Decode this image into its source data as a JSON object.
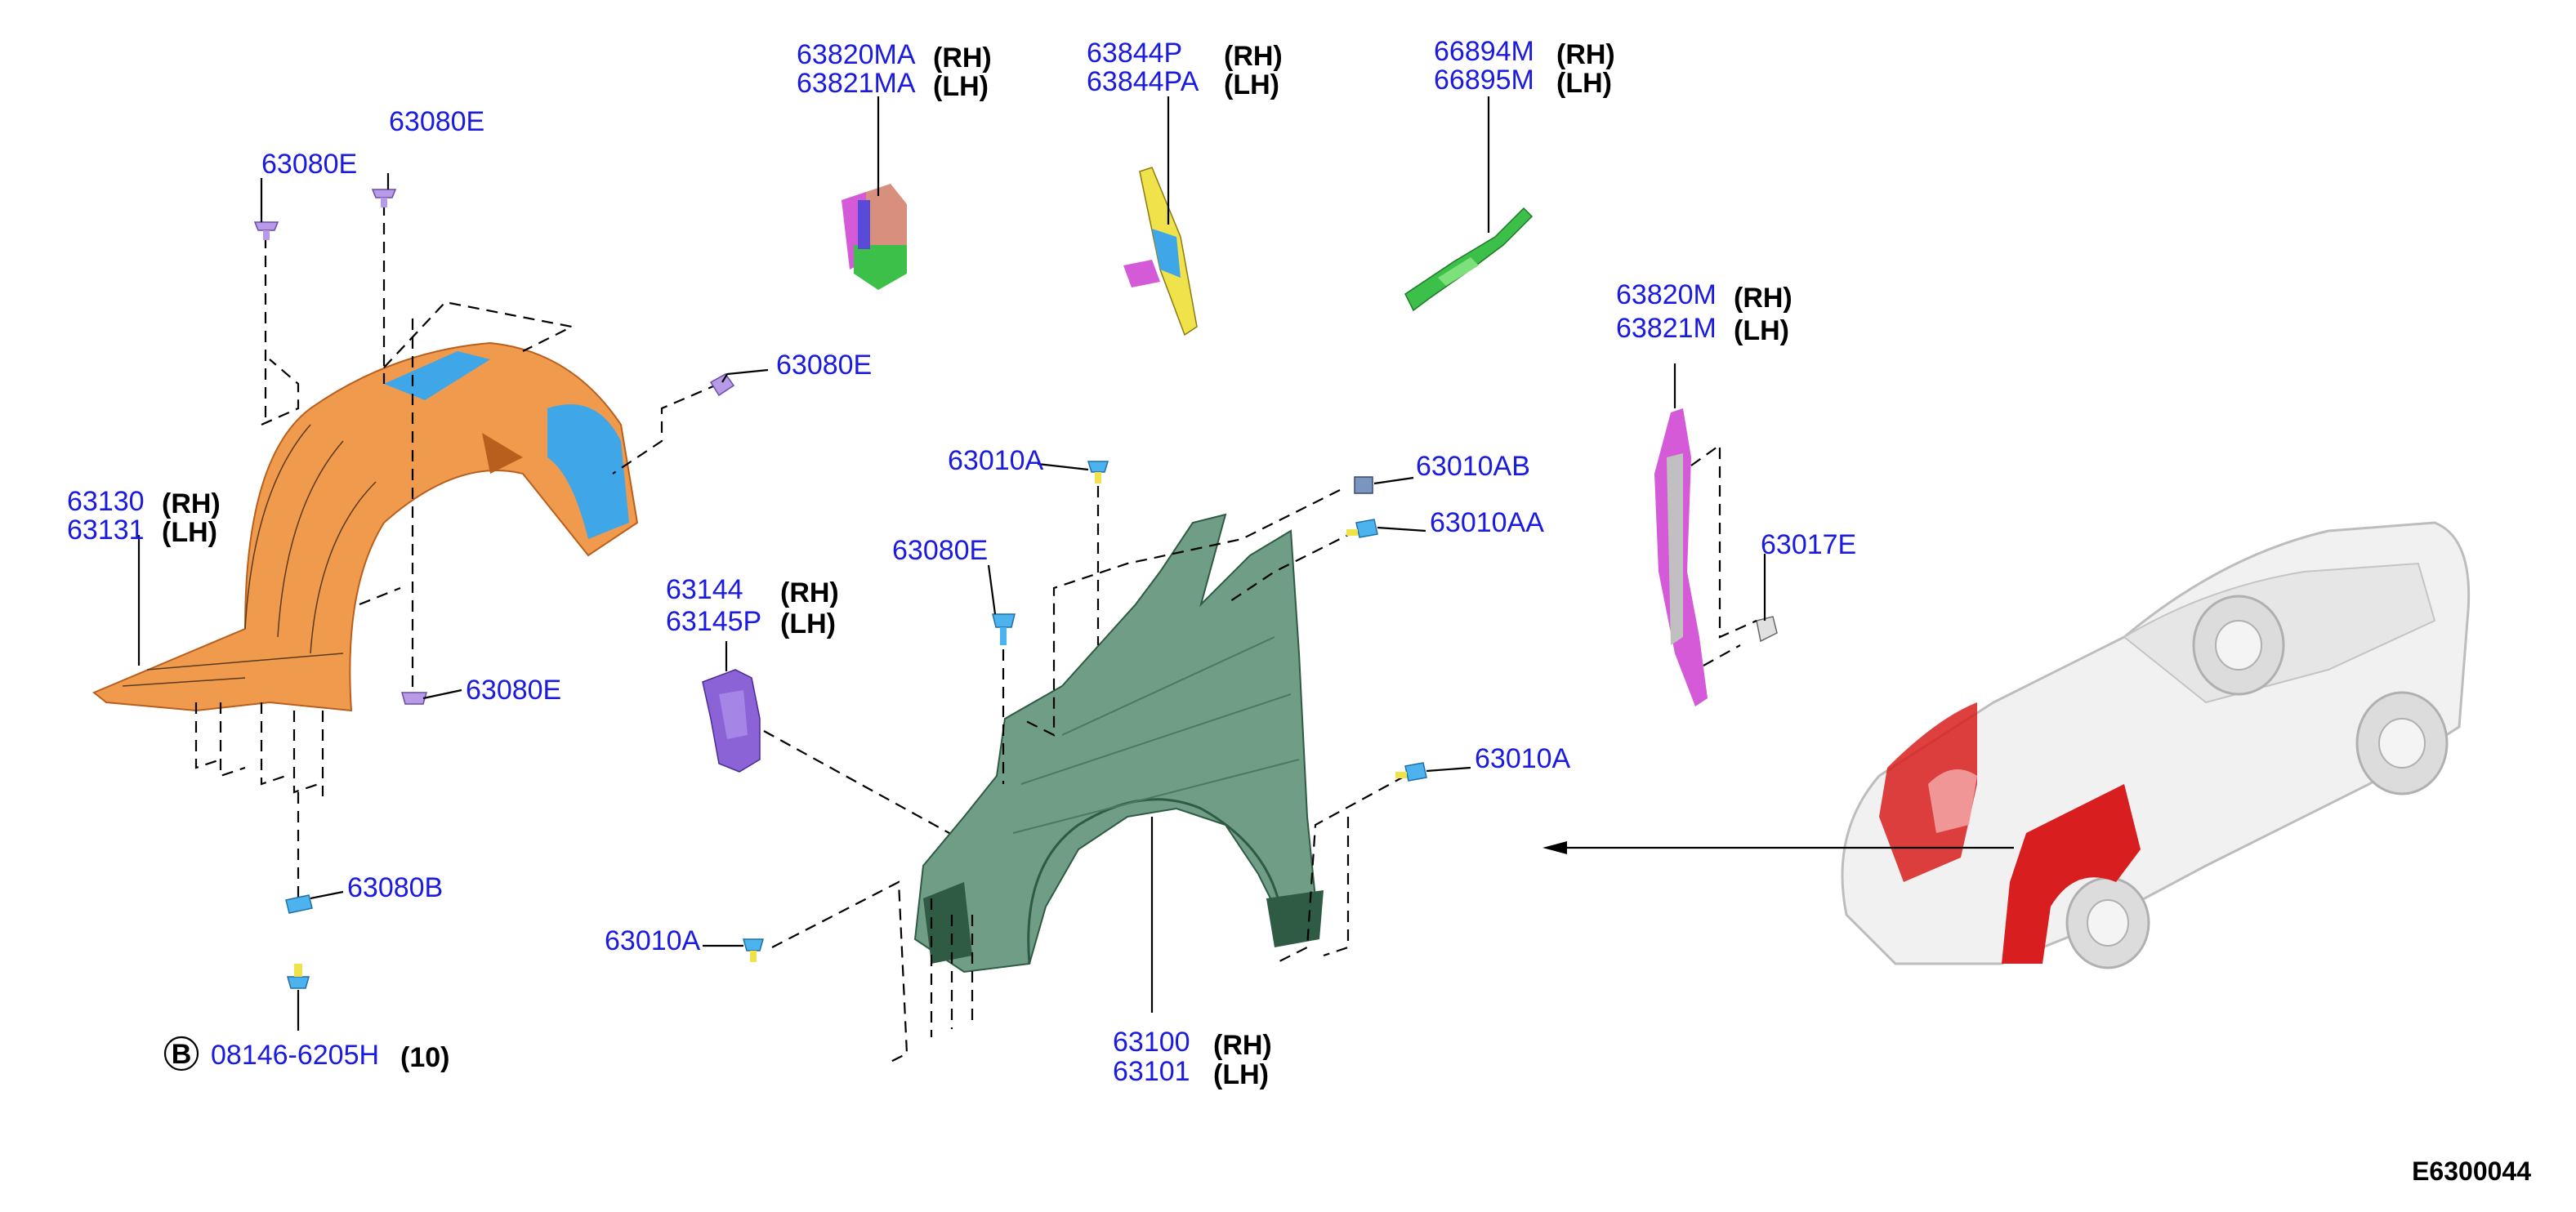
{
  "diagram": {
    "colors": {
      "part_number": "#1a1ae0",
      "fender": "#6f9d86",
      "fender_dark": "#2f5a44",
      "liner": "#f09a4e",
      "liner_dark": "#b95f1e",
      "liner_blue": "#3fa6e8",
      "highlight_red": "#d81e1e",
      "bracket_green": "#3cc04a",
      "bracket_magenta": "#d45ad8",
      "bracket_salmon": "#d88f7e",
      "bracket_yellow": "#f0e24a",
      "bracket_purple": "#8b63d6",
      "clip_purple": "#b89be6",
      "clip_blue": "#4db3ee"
    },
    "callouts": {
      "liner": {
        "part": [
          "63130",
          "63131"
        ],
        "side": [
          "(RH)",
          "(LH)"
        ]
      },
      "clip_top1": {
        "part": "63080E"
      },
      "clip_top2": {
        "part": "63080E"
      },
      "clip_right": {
        "part": "63080E"
      },
      "clip_bottom": {
        "part": "63080E"
      },
      "clip_fender": {
        "part": "63080E"
      },
      "clip_b": {
        "part": "63080B"
      },
      "bolt": {
        "ref": "B",
        "part": "08146-6205H",
        "qty": "(10)"
      },
      "bracket_a": {
        "part": [
          "63820MA",
          "63821MA"
        ],
        "side": [
          "(RH)",
          "(LH)"
        ]
      },
      "bracket_b": {
        "part": [
          "63844P",
          "63844PA"
        ],
        "side": [
          "(RH)",
          "(LH)"
        ]
      },
      "bracket_c": {
        "part": [
          "66894M",
          "66895M"
        ],
        "side": [
          "(RH)",
          "(LH)"
        ]
      },
      "bracket_d": {
        "part": [
          "63820M",
          "63821M"
        ],
        "side": [
          "(RH)",
          "(LH)"
        ]
      },
      "bracket_e": {
        "part": [
          "63144",
          "63145P"
        ],
        "side": [
          "(RH)",
          "(LH)"
        ]
      },
      "clip_e": {
        "part": "63017E"
      },
      "fender": {
        "part": [
          "63100",
          "63101"
        ],
        "side": [
          "(RH)",
          "(LH)"
        ]
      },
      "screw_top": {
        "part": "63010A"
      },
      "screw_ab": {
        "part": "63010AB"
      },
      "screw_aa": {
        "part": "63010AA"
      },
      "screw_right": {
        "part": "63010A"
      },
      "screw_left": {
        "part": "63010A"
      }
    },
    "diagram_code": "E6300044"
  }
}
